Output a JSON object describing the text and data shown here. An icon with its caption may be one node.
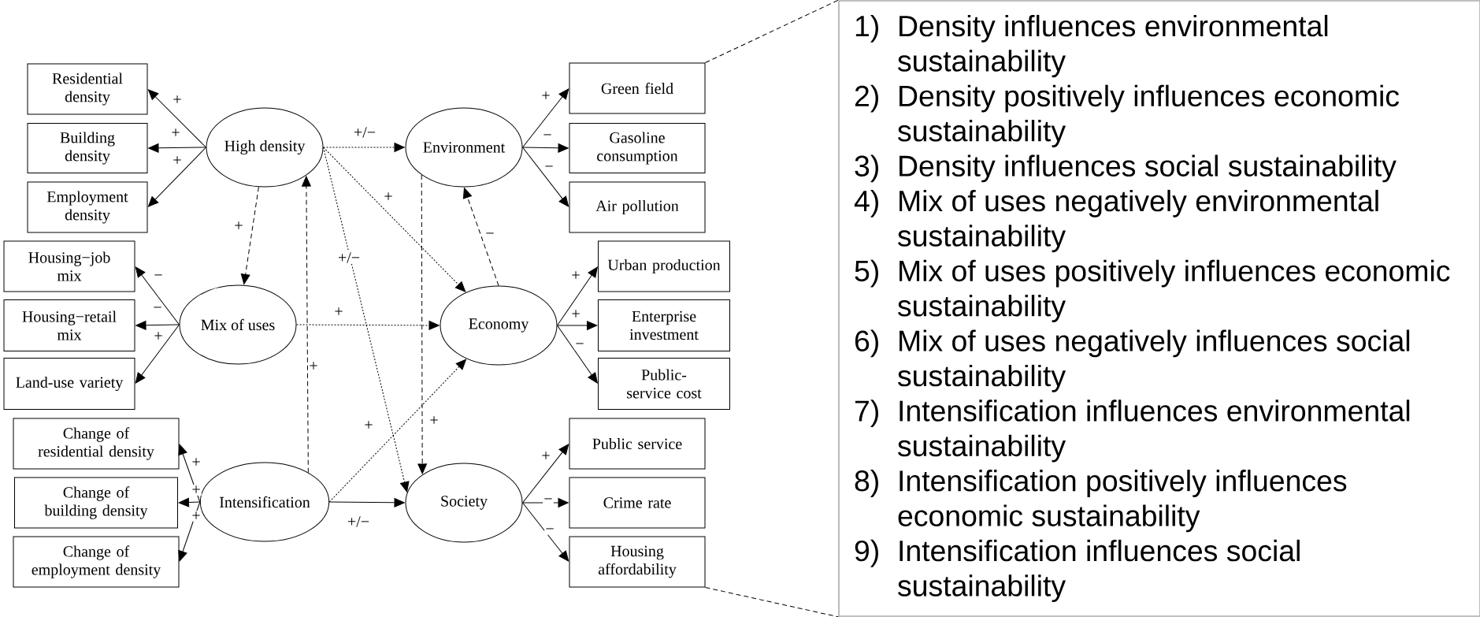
{
  "diagram": {
    "nodes": [
      {
        "text": [
          "Residential density"
        ]
      },
      {
        "text": [
          "Building density"
        ]
      },
      {
        "text": [
          "Employment density"
        ]
      },
      {
        "text": [
          "Housing−job mix"
        ]
      },
      {
        "text": [
          "Housing−retail mix"
        ]
      },
      {
        "text": [
          "Land-use variety"
        ]
      },
      {
        "text": [
          "Change of residential density"
        ]
      },
      {
        "text": [
          "Change of building density"
        ]
      },
      {
        "text": [
          "Change of employment density"
        ]
      },
      {
        "text": [
          "High density"
        ]
      },
      {
        "text": [
          "Mix of uses"
        ]
      },
      {
        "text": [
          "Intensification"
        ]
      },
      {
        "text": [
          "Environment"
        ]
      },
      {
        "text": [
          "Economy"
        ]
      },
      {
        "text": [
          "Society"
        ]
      },
      {
        "text": [
          "Green field"
        ]
      },
      {
        "text": [
          "Gasoline consumption"
        ]
      },
      {
        "text": [
          "Air pollution"
        ]
      },
      {
        "text": [
          "Urban production"
        ]
      },
      {
        "text": [
          "Enterprise investment"
        ]
      },
      {
        "text": [
          "Public-service cost"
        ]
      },
      {
        "text": [
          "Public service"
        ]
      },
      {
        "text": [
          "Crime rate"
        ]
      },
      {
        "text": [
          "Housing affordability"
        ]
      },
      {
        "text": [
          "1)",
          "Density influences environmental sustainability",
          "2)",
          "Density positively influences economic sustainability",
          "3)",
          "Density influences social sustainability",
          "4)",
          "Mix of uses negatively environmental sustainability",
          "5)",
          "Mix of uses positively influences economic sustainability",
          "6)",
          "Mix of uses negatively influences social sustainability",
          "7)",
          "Intensification influences environmental sustainability",
          "8)",
          "Intensification positively influences economic sustainability",
          "9)",
          "Intensification influences social sustainability"
        ]
      }
    ],
    "edges": [
      {
        "from": 9,
        "to": 0,
        "arrow": "to",
        "label": "+"
      },
      {
        "from": 9,
        "to": 1,
        "arrow": "to",
        "label": "+"
      },
      {
        "from": 9,
        "to": 2,
        "arrow": "to",
        "label": "+"
      },
      {
        "from": 10,
        "to": 3,
        "arrow": "to",
        "label": "−"
      },
      {
        "from": 10,
        "to": 4,
        "arrow": "to",
        "label": "−"
      },
      {
        "from": 10,
        "to": 5,
        "arrow": "to",
        "label": "+"
      },
      {
        "from": 11,
        "to": 6,
        "arrow": "to",
        "label": "+"
      },
      {
        "from": 11,
        "to": 7,
        "arrow": "to",
        "label": "+"
      },
      {
        "from": 11,
        "to": 8,
        "arrow": "to",
        "label": "+"
      },
      {
        "from": 9,
        "to": 12,
        "arrow": "to",
        "label": "+/−",
        "style": "dashed"
      },
      {
        "from": 9,
        "to": 10,
        "arrow": "to",
        "label": "+",
        "style": "dashed"
      },
      {
        "from": 9,
        "to": 13,
        "arrow": "to",
        "label": "+",
        "style": "dashed"
      },
      {
        "from": 9,
        "to": 14,
        "arrow": "to",
        "label": "+/−",
        "style": "dashed"
      },
      {
        "from": 10,
        "to": 13,
        "arrow": "to",
        "label": "+",
        "style": "dashed"
      },
      {
        "from": 11,
        "to": 9,
        "arrow": "to",
        "label": "+",
        "style": "dashed"
      },
      {
        "from": 11,
        "to": 13,
        "arrow": "to",
        "label": "+",
        "style": "dashed"
      },
      {
        "from": 11,
        "to": 14,
        "arrow": "to",
        "label": "+/−"
      },
      {
        "from": 12,
        "to": 14,
        "arrow": "to",
        "label": "+",
        "style": "dashed"
      },
      {
        "from": 13,
        "to": 12,
        "arrow": "to",
        "label": "−",
        "style": "dashed"
      },
      {
        "from": 12,
        "to": 15,
        "arrow": "to",
        "label": "+"
      },
      {
        "from": 12,
        "to": 16,
        "arrow": "to",
        "label": "−"
      },
      {
        "from": 12,
        "to": 17,
        "arrow": "to",
        "label": "−"
      },
      {
        "from": 13,
        "to": 18,
        "arrow": "to",
        "label": "+"
      },
      {
        "from": 13,
        "to": 19,
        "arrow": "to",
        "label": "+"
      },
      {
        "from": 13,
        "to": 20,
        "arrow": "to",
        "label": "−"
      },
      {
        "from": 14,
        "to": 21,
        "arrow": "to",
        "label": "+"
      },
      {
        "from": 14,
        "to": 22,
        "arrow": "to",
        "label": "−"
      },
      {
        "from": 14,
        "to": 23,
        "arrow": "to",
        "label": "−"
      },
      {
        "from": 15,
        "to": 24,
        "arrow": "none",
        "style": "dashed"
      },
      {
        "from": 23,
        "to": 24,
        "arrow": "none",
        "style": "dashed"
      }
    ]
  }
}
